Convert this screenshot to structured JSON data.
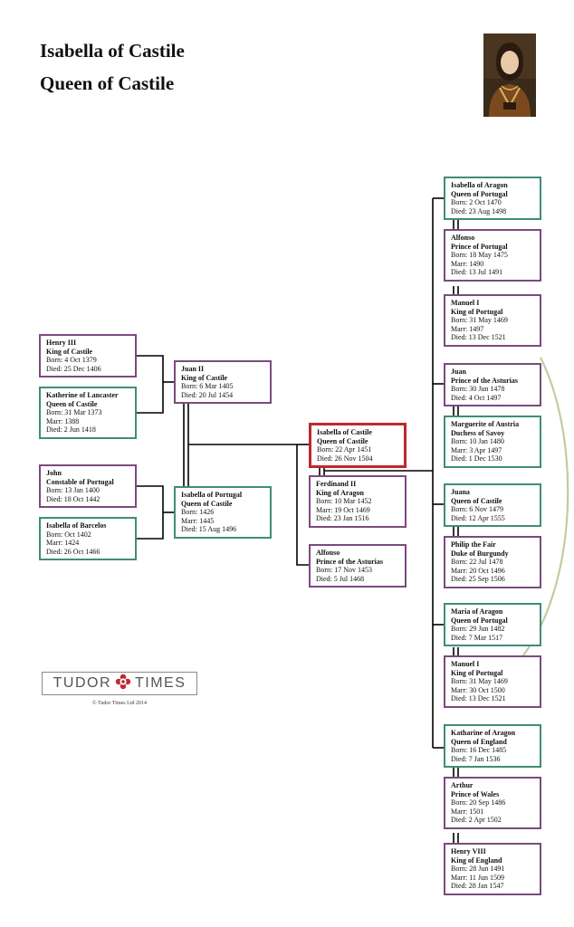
{
  "page": {
    "title": "Isabella of Castile",
    "subtitle": "Queen of Castile"
  },
  "portrait": {
    "icon": "portrait-painting-icon",
    "colors": {
      "background": "#3a2a1a",
      "dress": "#7a4a1e",
      "face": "#e8c9a8"
    }
  },
  "colors": {
    "purple": "#7b4a7e",
    "green": "#3f8c7a",
    "red": "#c0272d",
    "arc": "#c8c9a0"
  },
  "people": {
    "henry3": {
      "name": "Henry III",
      "title": "King of Castile",
      "born": "Born: 4 Oct 1379",
      "died": "Died: 25 Dec 1406"
    },
    "katherine_lancaster": {
      "name": "Katherine of Lancaster",
      "title": "Queen of Castile",
      "born": "Born: 31 Mar 1373",
      "marr": "Marr: 1388",
      "died": "Died: 2 Jun 1418"
    },
    "juan2": {
      "name": "Juan II",
      "title": "King of Castile",
      "born": "Born: 6 Mar 1405",
      "died": "Died: 20 Jul 1454"
    },
    "john_constable": {
      "name": "John",
      "title": "Constable of Portugal",
      "born": "Born: 13 Jan 1400",
      "died": "Died: 18 Oct 1442"
    },
    "isabella_barcelos": {
      "name": "Isabella of Barcelos",
      "born": "Born: Oct 1402",
      "marr": "Marr: 1424",
      "died": "Died: 26 Oct 1466"
    },
    "isabella_portugal": {
      "name": "Isabella of Portugal",
      "title": "Queen of Castile",
      "born": "Born: 1426",
      "marr": "Marr: 1445",
      "died": "Died: 15 Aug 1496"
    },
    "isabella_castile": {
      "name": "Isabella of Castile",
      "title": "Queen of Castile",
      "born": "Born: 22 Apr 1451",
      "died": "Died: 26 Nov 1504"
    },
    "ferdinand2": {
      "name": "Ferdinand II",
      "title": "King of Aragon",
      "born": "Born: 10 Mar 1452",
      "marr": "Marr: 19 Oct 1469",
      "died": "Died: 23 Jan 1516"
    },
    "alfonso_asturias": {
      "name": "Alfonso",
      "title": "Prince of the Asturias",
      "born": "Born: 17 Nov 1453",
      "died": "Died: 5 Jul 1468"
    },
    "isabella_aragon": {
      "name": "Isabella of Aragon",
      "title": "Queen of Portugal",
      "born": "Born: 2 Oct 1470",
      "died": "Died: 23 Aug 1498"
    },
    "alfonso_portugal": {
      "name": "Alfonso",
      "title": "Prince of Portugal",
      "born": "Born: 18 May 1475",
      "marr": "Marr: 1490",
      "died": "Died: 13 Jul 1491"
    },
    "manuel1_a": {
      "name": "Manuel  I",
      "title": "King of Portugal",
      "born": "Born: 31 May 1469",
      "marr": "Marr: 1497",
      "died": "Died: 13 Dec 1521"
    },
    "juan_asturias": {
      "name": "Juan",
      "title": "Prince of the Asturias",
      "born": "Born: 30 Jun 1478",
      "died": "Died: 4 Oct 1497"
    },
    "marguerite": {
      "name": "Marguerite of Austria",
      "title": "Duchess of Savoy",
      "born": "Born: 10 Jan 1480",
      "marr": "Marr: 3 Apr 1497",
      "died": "Died: 1 Dec 1530"
    },
    "juana": {
      "name": "Juana",
      "title": "Queen of Castile",
      "born": "Born: 6 Nov 1479",
      "died": "Died: 12 Apr 1555"
    },
    "philip": {
      "name": "Philip the Fair",
      "title": "Duke of Burgundy",
      "born": "Born: 22 Jul 1478",
      "marr": "Marr: 20 Oct 1496",
      "died": "Died: 25 Sep 1506"
    },
    "maria": {
      "name": "Maria of Aragon",
      "title": "Queen of Portugal",
      "born": "Born: 29 Jun 1482",
      "died": "Died: 7 Mar 1517"
    },
    "manuel1_b": {
      "name": "Manuel  I",
      "title": "King of Portugal",
      "born": "Born: 31 May 1469",
      "marr": "Marr: 30 Oct 1500",
      "died": "Died: 13 Dec 1521"
    },
    "katharine": {
      "name": "Katharine of Aragon",
      "title": "Queen of England",
      "born": "Born: 16 Dec 1485",
      "died": "Died: 7 Jan 1536"
    },
    "arthur": {
      "name": "Arthur",
      "title": "Prince of Wales",
      "born": "Born: 20 Sep 1486",
      "marr": "Marr: 1501",
      "died": "Died: 2 Apr 1502"
    },
    "henry8": {
      "name": "Henry VIII",
      "title": "King of England",
      "born": "Born: 28 Jun 1491",
      "marr": "Marr: 11 Jun 1509",
      "died": "Died: 28 Jan 1547"
    }
  },
  "logo": {
    "left": "TUDOR",
    "right": "TIMES",
    "icon": "tudor-rose-icon",
    "copyright": "© Tudor Times Ltd 2014"
  }
}
